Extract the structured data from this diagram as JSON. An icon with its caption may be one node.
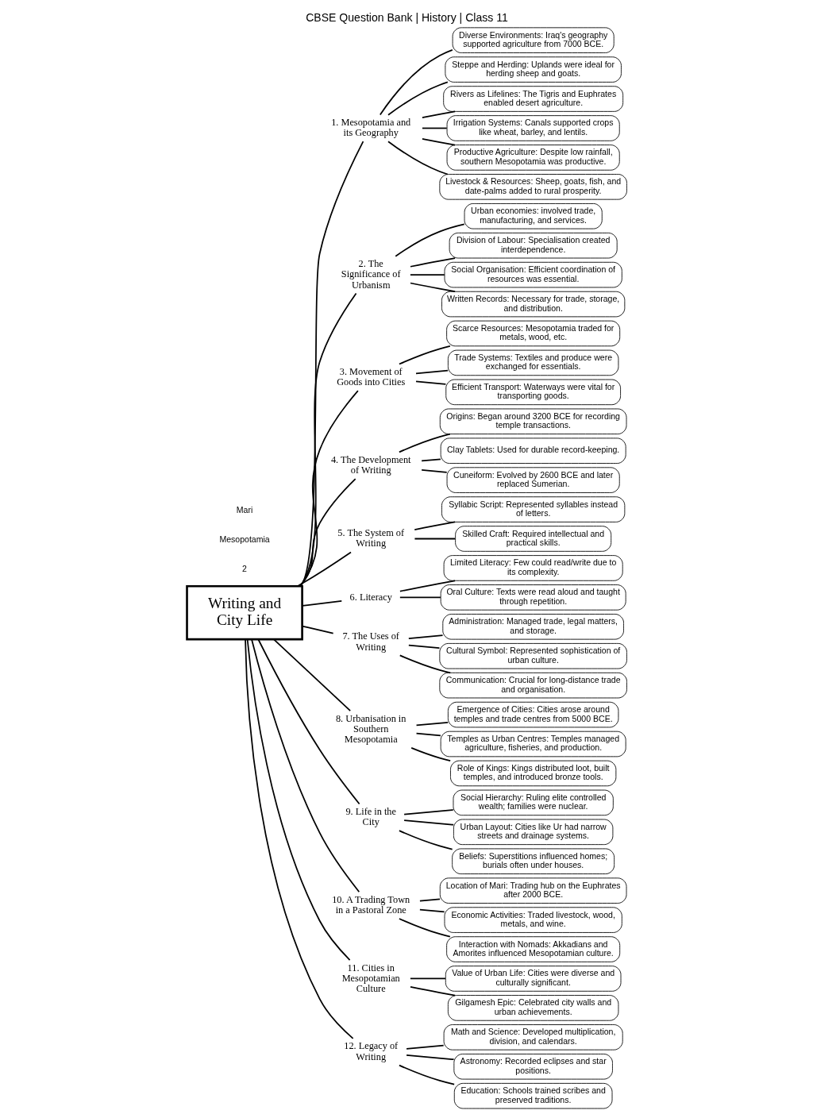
{
  "diagram": {
    "title": "CBSE Question Bank | History | Class 11",
    "nodes": [
      {
        "text": [
          "Writing and City Life"
        ]
      },
      {
        "text": [
          "1. Mesopotamia and its Geography"
        ]
      },
      {
        "text": [
          "Diverse Environments: Iraq's geography supported agriculture from 7000 BCE."
        ]
      },
      {
        "text": [
          "Steppe and Herding: Uplands were ideal for herding sheep and goats."
        ]
      },
      {
        "text": [
          "Rivers as Lifelines: The Tigris and Euphrates enabled desert agriculture."
        ]
      },
      {
        "text": [
          "Irrigation Systems: Canals supported crops like wheat, barley, and lentils."
        ]
      },
      {
        "text": [
          "Productive Agriculture: Despite low rainfall, southern Mesopotamia was productive."
        ]
      },
      {
        "text": [
          "Livestock & Resources: Sheep, goats, fish, and date-palms added to rural prosperity."
        ]
      },
      {
        "text": [
          "2. The Significance of Urbanism"
        ]
      },
      {
        "text": [
          "Urban economies: involved trade, manufacturing, and services."
        ]
      },
      {
        "text": [
          "Division of Labour: Specialisation created interdependence."
        ]
      },
      {
        "text": [
          "Social Organisation: Efficient coordination of resources was essential."
        ]
      },
      {
        "text": [
          "Written Records: Necessary for trade, storage, and distribution."
        ]
      },
      {
        "text": [
          "3. Movement of Goods into Cities"
        ]
      },
      {
        "text": [
          "Scarce Resources: Mesopotamia traded for metals, wood, etc."
        ]
      },
      {
        "text": [
          "Trade Systems: Textiles and produce were exchanged for essentials."
        ]
      },
      {
        "text": [
          "Efficient Transport: Waterways were vital for transporting goods."
        ]
      },
      {
        "text": [
          "4. The Development of Writing"
        ]
      },
      {
        "text": [
          "Origins: Began around 3200 BCE for recording temple transactions."
        ]
      },
      {
        "text": [
          "Clay Tablets: Used for durable record-keeping."
        ]
      },
      {
        "text": [
          "Cuneiform: Evolved by 2600 BCE and later replaced Sumerian."
        ]
      },
      {
        "text": [
          "5. The System of Writing"
        ]
      },
      {
        "text": [
          "Syllabic Script: Represented syllables instead of letters."
        ]
      },
      {
        "text": [
          "Skilled Craft: Required intellectual and practical skills."
        ]
      },
      {
        "text": [
          "6. Literacy"
        ]
      },
      {
        "text": [
          "Limited Literacy: Few could read/write due to its complexity."
        ]
      },
      {
        "text": [
          "Oral Culture: Texts were read aloud and taught through repetition."
        ]
      },
      {
        "text": [
          "7. The Uses of Writing"
        ]
      },
      {
        "text": [
          "Administration: Managed trade, legal matters, and storage."
        ]
      },
      {
        "text": [
          "Cultural Symbol: Represented sophistication of urban culture."
        ]
      },
      {
        "text": [
          "Communication: Crucial for long-distance trade and organisation."
        ]
      },
      {
        "text": [
          "8. Urbanisation in Southern Mesopotamia"
        ]
      },
      {
        "text": [
          "Emergence of Cities: Cities arose around temples and trade centres from 5000 BCE."
        ]
      },
      {
        "text": [
          "Temples as Urban Centres: Temples managed agriculture, fisheries, and production."
        ]
      },
      {
        "text": [
          "Role of Kings: Kings distributed loot, built temples, and introduced bronze tools."
        ]
      },
      {
        "text": [
          "9. Life in the City"
        ]
      },
      {
        "text": [
          "Social Hierarchy: Ruling elite controlled wealth; families were nuclear."
        ]
      },
      {
        "text": [
          "Urban Layout: Cities like Ur had narrow streets and drainage systems."
        ]
      },
      {
        "text": [
          "Beliefs: Superstitions influenced homes; burials often under houses."
        ]
      },
      {
        "text": [
          "10. A Trading Town in a Pastoral Zone"
        ]
      },
      {
        "text": [
          "Location of Mari: Trading hub on the Euphrates after 2000 BCE."
        ]
      },
      {
        "text": [
          "Economic Activities: Traded livestock, wood, metals, and wine."
        ]
      },
      {
        "text": [
          "Interaction with Nomads: Akkadians and Amorites influenced Mesopotamian culture."
        ]
      },
      {
        "text": [
          "11. Cities in Mesopotamian Culture"
        ]
      },
      {
        "text": [
          "Value of Urban Life: Cities were diverse and culturally significant."
        ]
      },
      {
        "text": [
          "Gilgamesh Epic: Celebrated city walls and urban achievements."
        ]
      },
      {
        "text": [
          "12. Legacy of Writing"
        ]
      },
      {
        "text": [
          "Math and Science: Developed multiplication, division, and calendars."
        ]
      },
      {
        "text": [
          "Astronomy: Recorded eclipses and star positions."
        ]
      },
      {
        "text": [
          "Education: Schools trained scribes and preserved traditions."
        ]
      }
    ],
    "edges": [
      {
        "from": 0,
        "to": 1,
        "arrow": "none"
      },
      {
        "from": 1,
        "to": 2,
        "arrow": "none"
      },
      {
        "from": 1,
        "to": 3,
        "arrow": "none"
      },
      {
        "from": 1,
        "to": 4,
        "arrow": "none"
      },
      {
        "from": 1,
        "to": 5,
        "arrow": "none"
      },
      {
        "from": 1,
        "to": 6,
        "arrow": "none"
      },
      {
        "from": 1,
        "to": 7,
        "arrow": "none"
      },
      {
        "from": 0,
        "to": 8,
        "arrow": "none"
      },
      {
        "from": 8,
        "to": 9,
        "arrow": "none"
      },
      {
        "from": 8,
        "to": 10,
        "arrow": "none"
      },
      {
        "from": 8,
        "to": 11,
        "arrow": "none"
      },
      {
        "from": 8,
        "to": 12,
        "arrow": "none"
      },
      {
        "from": 0,
        "to": 13,
        "arrow": "none"
      },
      {
        "from": 13,
        "to": 14,
        "arrow": "none"
      },
      {
        "from": 13,
        "to": 15,
        "arrow": "none"
      },
      {
        "from": 13,
        "to": 16,
        "arrow": "none"
      },
      {
        "from": 0,
        "to": 17,
        "arrow": "none"
      },
      {
        "from": 17,
        "to": 18,
        "arrow": "none"
      },
      {
        "from": 17,
        "to": 19,
        "arrow": "none"
      },
      {
        "from": 17,
        "to": 20,
        "arrow": "none"
      },
      {
        "from": 0,
        "to": 21,
        "arrow": "none"
      },
      {
        "from": 21,
        "to": 22,
        "arrow": "none"
      },
      {
        "from": 21,
        "to": 23,
        "arrow": "none"
      },
      {
        "from": 0,
        "to": 24,
        "arrow": "none"
      },
      {
        "from": 24,
        "to": 25,
        "arrow": "none"
      },
      {
        "from": 24,
        "to": 26,
        "arrow": "none"
      },
      {
        "from": 0,
        "to": 27,
        "arrow": "none"
      },
      {
        "from": 27,
        "to": 28,
        "arrow": "none"
      },
      {
        "from": 27,
        "to": 29,
        "arrow": "none"
      },
      {
        "from": 27,
        "to": 30,
        "arrow": "none"
      },
      {
        "from": 0,
        "to": 31,
        "arrow": "none"
      },
      {
        "from": 31,
        "to": 32,
        "arrow": "none"
      },
      {
        "from": 31,
        "to": 33,
        "arrow": "none"
      },
      {
        "from": 31,
        "to": 34,
        "arrow": "none"
      },
      {
        "from": 0,
        "to": 35,
        "arrow": "none"
      },
      {
        "from": 35,
        "to": 36,
        "arrow": "none"
      },
      {
        "from": 35,
        "to": 37,
        "arrow": "none"
      },
      {
        "from": 35,
        "to": 38,
        "arrow": "none"
      },
      {
        "from": 0,
        "to": 39,
        "arrow": "none"
      },
      {
        "from": 39,
        "to": 40,
        "arrow": "none"
      },
      {
        "from": 39,
        "to": 41,
        "arrow": "none"
      },
      {
        "from": 39,
        "to": 42,
        "arrow": "none"
      },
      {
        "from": 0,
        "to": 43,
        "arrow": "none"
      },
      {
        "from": 43,
        "to": 44,
        "arrow": "none"
      },
      {
        "from": 43,
        "to": 45,
        "arrow": "none"
      },
      {
        "from": 0,
        "to": 46,
        "arrow": "none"
      },
      {
        "from": 46,
        "to": 47,
        "arrow": "none"
      },
      {
        "from": 46,
        "to": 48,
        "arrow": "none"
      },
      {
        "from": 46,
        "to": 49,
        "arrow": "none"
      }
    ],
    "labels": [
      "2",
      "Mesopotamia",
      "Mari"
    ]
  }
}
